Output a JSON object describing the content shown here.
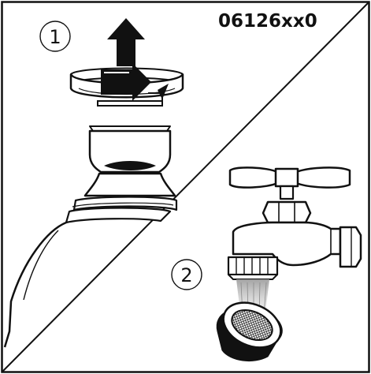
{
  "diagram": {
    "code": "06126xx0",
    "steps": [
      {
        "number": "1"
      },
      {
        "number": "2"
      }
    ]
  },
  "colors": {
    "ink": "#111111",
    "paper": "#ffffff",
    "shading": "#bdbdbd"
  },
  "icons": [
    "up-arrow-icon",
    "rotate-arrow-icon",
    "bottle-icon",
    "faucet-icon",
    "aerator-icon"
  ]
}
